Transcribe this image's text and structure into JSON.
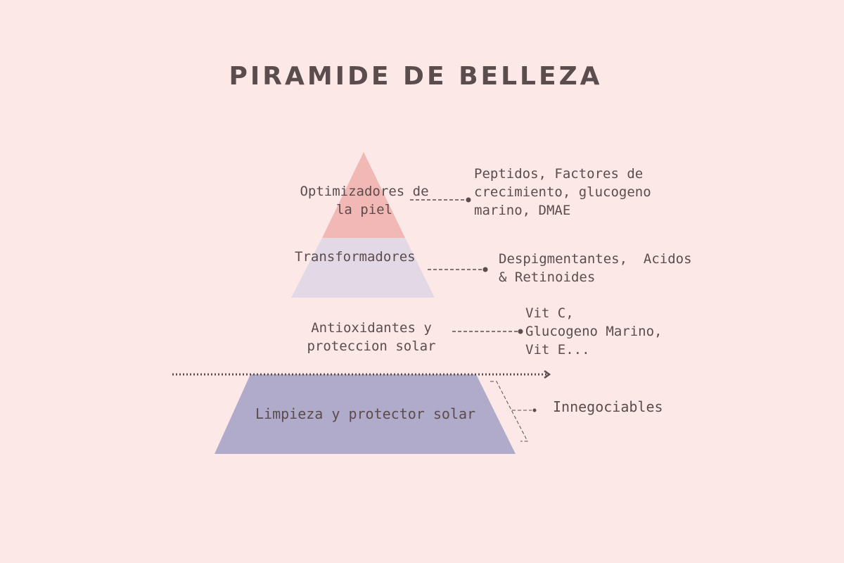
{
  "title": "PIRAMIDE DE BELLEZA",
  "colors": {
    "background": "#fde8e8",
    "tier1": "#f2b8b5",
    "tier2": "#e2d8e6",
    "base": "#b0aacb",
    "text": "#5b4c4d"
  },
  "tiers": [
    {
      "label_lines": [
        "Optimizadores de",
        "la piel"
      ],
      "detail_lines": [
        "Peptidos, Factores de",
        "crecimiento, glucogeno",
        "marino, DMAE"
      ]
    },
    {
      "label_lines": [
        "Transformadores"
      ],
      "detail_lines": [
        "Despigmentantes,  Acidos",
        "& Retinoides"
      ]
    },
    {
      "label_lines": [
        "Antioxidantes y",
        "proteccion solar"
      ],
      "detail_lines": [
        "Vit C,",
        "Glucogeno Marino,",
        "Vit E..."
      ]
    },
    {
      "label_lines": [
        "Limpieza y protector solar"
      ],
      "detail_lines": [
        "Innegociables"
      ]
    }
  ]
}
